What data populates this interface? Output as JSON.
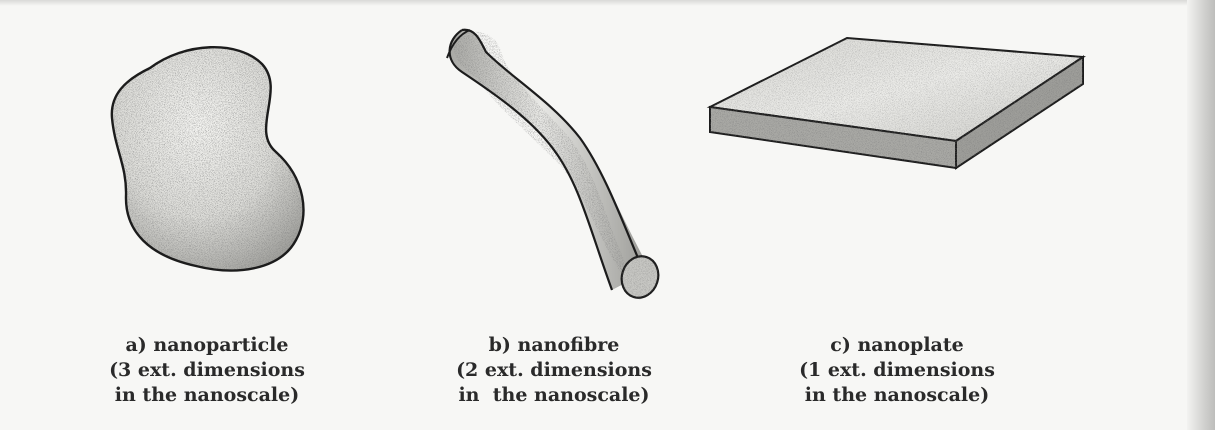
{
  "figures": [
    {
      "label": "a) nanoparticle",
      "line2": "(3 ext. dimensions",
      "line3": "in the nanoscale)"
    },
    {
      "label": "b) nanofibre",
      "line2": "(2 ext. dimensions",
      "line3": "in  the nanoscale)"
    },
    {
      "label": "c) nanoplate",
      "line2": "(1 ext. dimensions",
      "line3": "in the nanoscale)"
    }
  ],
  "colors": {
    "outline": "#1c1c1c",
    "fill": "#e9e9e6",
    "stipple": "#555555",
    "text": "#2a2a2a"
  }
}
